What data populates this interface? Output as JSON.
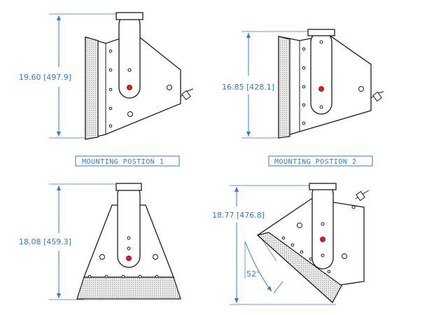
{
  "views": [
    {
      "id": "view-1",
      "dimension": "19.60 [497.9]",
      "caption": "MOUNTING POSTION 1"
    },
    {
      "id": "view-2",
      "dimension": "16.85 [428.1]",
      "caption": "MOUNTING POSTION 2"
    },
    {
      "id": "view-3",
      "dimension": "18.08 [459.3]"
    },
    {
      "id": "view-4",
      "dimension": "18.77 [476.8]",
      "angle": "52°"
    }
  ]
}
